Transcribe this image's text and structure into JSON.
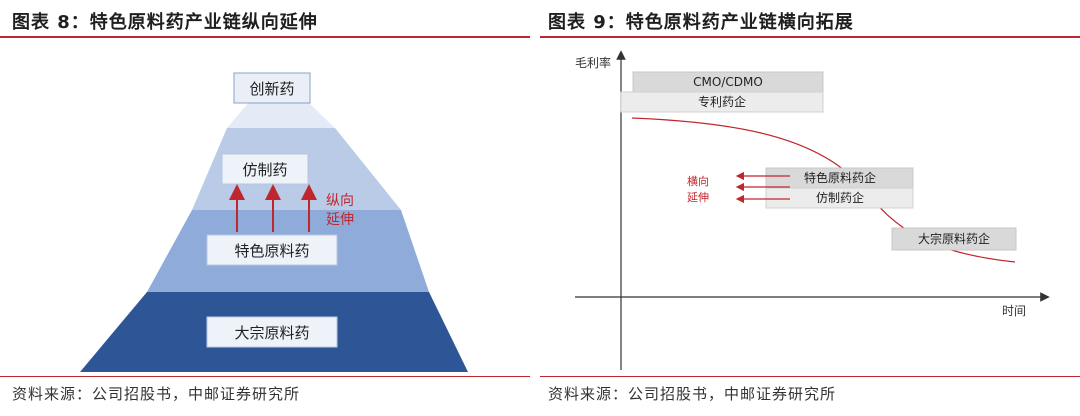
{
  "left": {
    "title": "图表 8：特色原料药产业链纵向延伸",
    "levels": [
      "创新药",
      "仿制药",
      "特色原料药",
      "大宗原料药"
    ],
    "arrow_label_line1": "纵向",
    "arrow_label_line2": "延伸",
    "source": "资料来源：公司招股书，中邮证券研究所"
  },
  "right": {
    "title": "图表 9：特色原料药产业链横向拓展",
    "y_axis_label": "毛利率",
    "x_axis_label": "时间",
    "boxes": [
      "CMO/CDMO",
      "专利药企",
      "特色原料药企",
      "仿制药企",
      "大宗原料药企"
    ],
    "arrow_label_line1": "横向",
    "arrow_label_line2": "延伸",
    "source": "资料来源：公司招股书，中邮证券研究所"
  },
  "colors": {
    "accent_red": "#c0262d",
    "pyramid_top": "#e4ebf6",
    "pyramid_2": "#b9cbe6",
    "pyramid_3": "#8fabda",
    "pyramid_bottom": "#2e5596",
    "box_gray": "#d9d9d9",
    "box_light": "#ececec"
  }
}
